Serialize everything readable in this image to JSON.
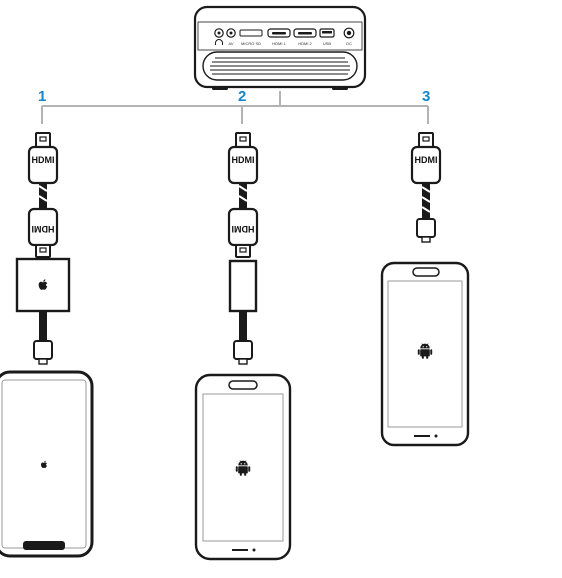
{
  "colors": {
    "accent": "#1a86c8",
    "outline": "#1a1a1a",
    "line": "#b3b3b3",
    "screen_border": "#9a9a9a",
    "device_fill": "#f2f2f2",
    "white": "#ffffff"
  },
  "projector": {
    "ports": [
      {
        "label": "",
        "icon": "headphone-icon"
      },
      {
        "label": "AV",
        "icon": "av-jack-icon"
      },
      {
        "label": "MICRO SD",
        "icon": "micro-sd-slot-icon"
      },
      {
        "label": "HDMI 1",
        "icon": "hdmi-port-icon"
      },
      {
        "label": "HDMI 2",
        "icon": "hdmi-port-icon"
      },
      {
        "label": "USB",
        "icon": "usb-port-icon"
      },
      {
        "label": "DC",
        "icon": "dc-jack-icon"
      }
    ]
  },
  "options": [
    {
      "number": "1",
      "adapter_icon": "apple-icon",
      "device": "iphone",
      "device_icon": "apple-icon"
    },
    {
      "number": "2",
      "adapter_icon": "",
      "device": "android-phone",
      "device_icon": "android-icon"
    },
    {
      "number": "3",
      "adapter_icon": "",
      "device": "android-phone",
      "device_icon": "android-icon"
    }
  ],
  "connector_label": "HDMI",
  "connector_label_flipped": "HDMI"
}
